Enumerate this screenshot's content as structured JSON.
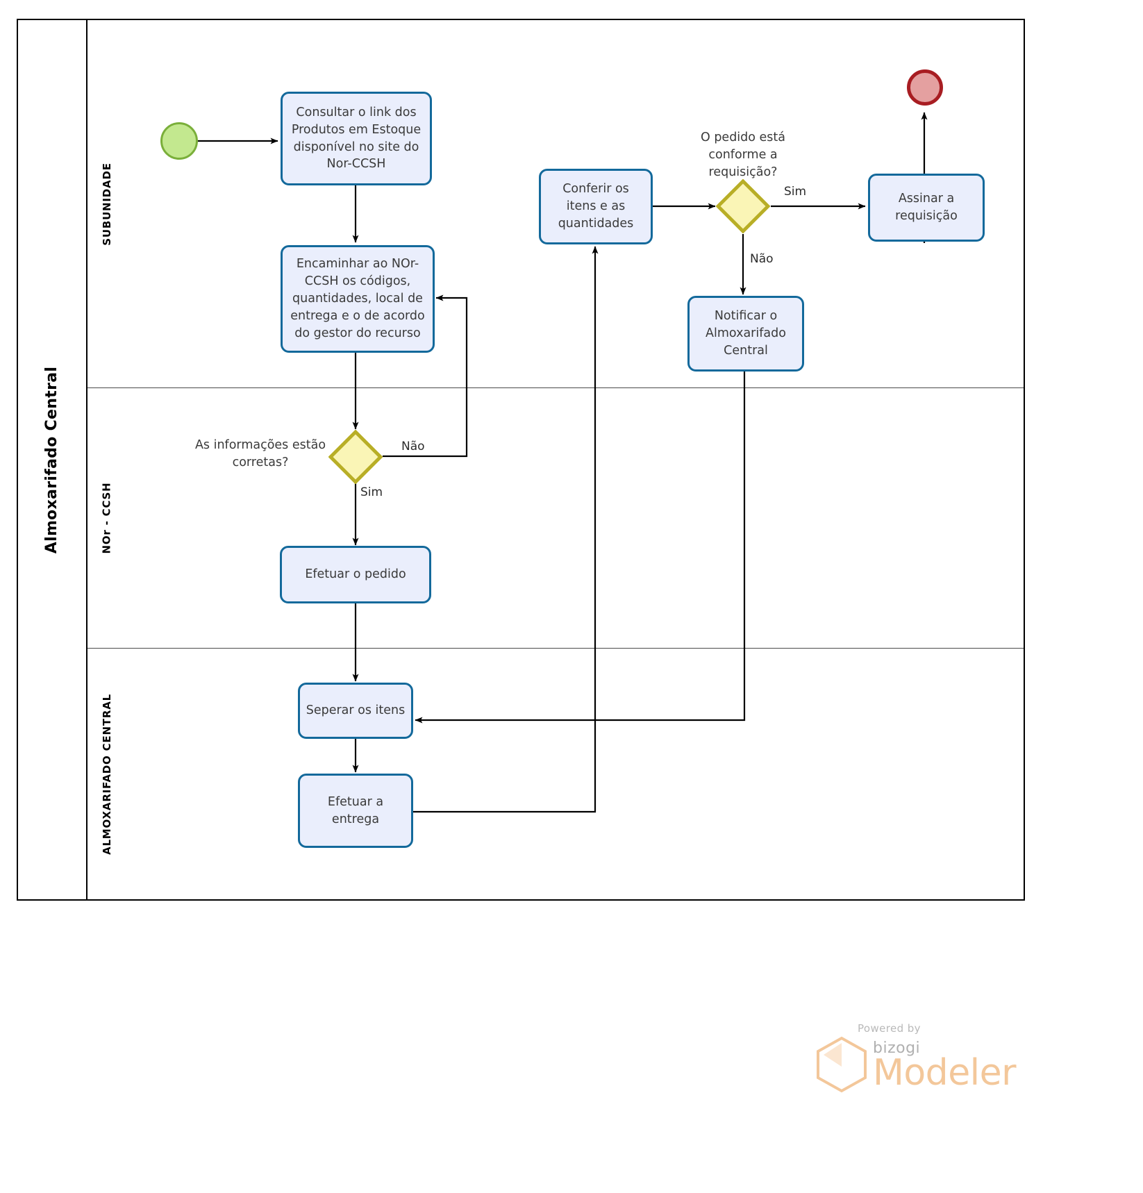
{
  "diagram": {
    "type": "bpmn-flowchart",
    "pool": {
      "label": "Almoxarifado Central"
    },
    "lanes": [
      {
        "id": "lane-subunidade",
        "label": "SUBUNIDADE"
      },
      {
        "id": "lane-nor-ccsh",
        "label": "NOr - CCSH"
      },
      {
        "id": "lane-almoxarifado-central",
        "label": "ALMOXARIFADO CENTRAL"
      }
    ],
    "events": [
      {
        "id": "start-event",
        "kind": "start",
        "label": ""
      },
      {
        "id": "end-event",
        "kind": "end",
        "label": ""
      }
    ],
    "tasks": [
      {
        "id": "task-consultar-link",
        "label": "Consultar o link dos Produtos em Estoque disponível no site do Nor-CCSH"
      },
      {
        "id": "task-encaminhar",
        "label": "Encaminhar ao NOr-CCSH os códigos, quantidades, local de entrega e o de acordo do gestor do recurso"
      },
      {
        "id": "task-efetuar-pedido",
        "label": "Efetuar o pedido"
      },
      {
        "id": "task-seperar-itens",
        "label": "Seperar os itens"
      },
      {
        "id": "task-efetuar-entrega",
        "label": "Efetuar a entrega"
      },
      {
        "id": "task-conferir-itens",
        "label": "Conferir os itens e as quantidades"
      },
      {
        "id": "task-notificar",
        "label": "Notificar o Almoxarifado Central"
      },
      {
        "id": "task-assinar",
        "label": "Assinar a requisição"
      }
    ],
    "gateways": [
      {
        "id": "gateway-informacoes-corretas",
        "label": "As informações estão corretas?"
      },
      {
        "id": "gateway-pedido-conforme",
        "label": "O pedido está conforme a requisição?"
      }
    ],
    "flow_labels": [
      {
        "id": "flow-label-nao-informacoes",
        "text": "Não"
      },
      {
        "id": "flow-label-sim-informacoes",
        "text": "Sim"
      },
      {
        "id": "flow-label-sim-pedido",
        "text": "Sim"
      },
      {
        "id": "flow-label-nao-pedido",
        "text": "Não"
      }
    ],
    "colors": {
      "task_fill": "#eaeefc",
      "task_border": "#13699b",
      "gateway_fill": "#faf5b6",
      "gateway_border": "#b8ae26",
      "start_fill": "#c3e88f",
      "start_border": "#7aaf3a",
      "end_fill": "#e4a0a0",
      "end_border": "#a81d22",
      "connector": "#000000",
      "lane_border": "#4a4a4a",
      "pool_border": "#000000"
    }
  },
  "watermark": {
    "powered_by": "Powered by",
    "brand": "bizogi",
    "product": "Modeler"
  }
}
